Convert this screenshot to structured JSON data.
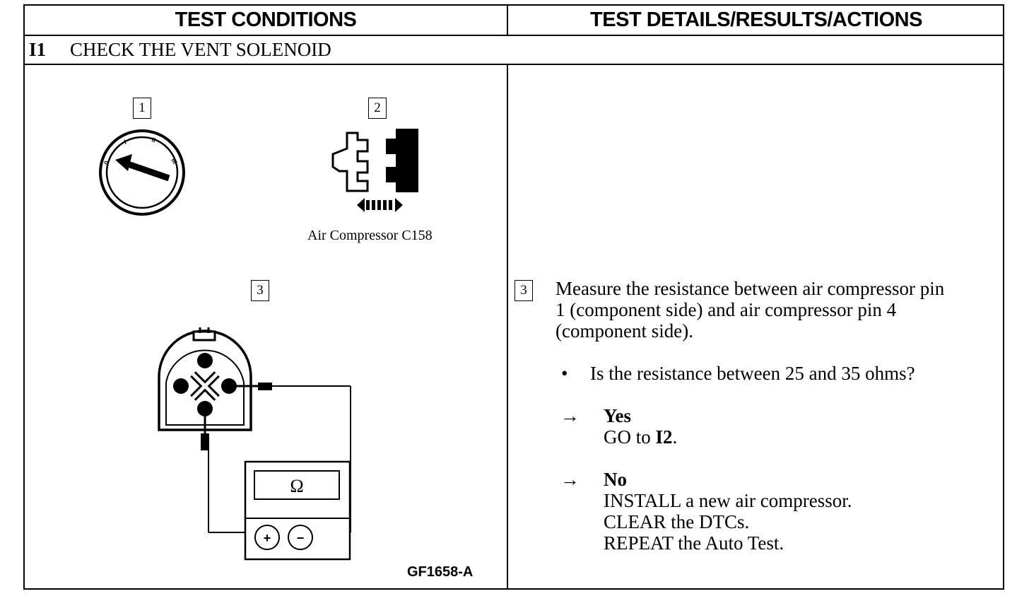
{
  "header": {
    "left": "TEST CONDITIONS",
    "right": "TEST DETAILS/RESULTS/ACTIONS"
  },
  "step": {
    "id": "I1",
    "title": "CHECK THE VENT SOLENOID"
  },
  "figure": {
    "callouts": [
      "1",
      "2",
      "3"
    ],
    "connector_label": "Air Compressor C158",
    "meter_symbol": "Ω",
    "meter_plus": "+",
    "meter_minus": "−",
    "ignition_marks": [
      "0",
      "I",
      "II",
      "III"
    ],
    "figure_id": "GF1658-A"
  },
  "details": {
    "callout": "3",
    "instruction_lines": [
      "Measure the resistance between air compressor pin",
      "1 (component side) and air compressor pin 4",
      "(component side)."
    ],
    "bullet": "•",
    "question": "Is the resistance between 25 and 35 ohms?",
    "arrow": "→",
    "yes": {
      "label": "Yes",
      "action_prefix": "GO to ",
      "action_target": "I2",
      "action_suffix": "."
    },
    "no": {
      "label": "No",
      "actions": [
        "INSTALL a new air compressor.",
        "CLEAR the DTCs.",
        "REPEAT the Auto Test."
      ]
    }
  }
}
